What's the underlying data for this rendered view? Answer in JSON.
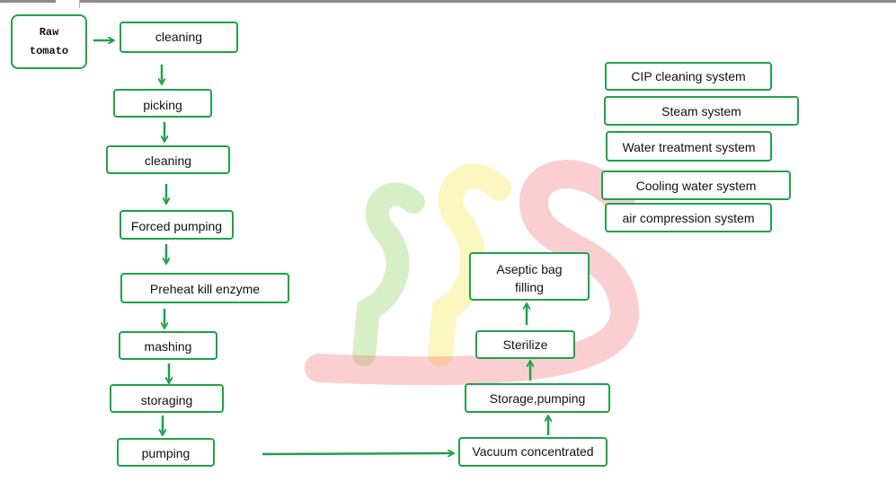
{
  "colors": {
    "box_border": "#1fa24a",
    "arrow": "#1fa24a",
    "watermark_green": "#7ac943",
    "watermark_yellow": "#f5e84a",
    "watermark_red": "#f2606a"
  },
  "nodes": {
    "raw_tomato": "Raw\ntomato",
    "cleaning_1": "cleaning",
    "picking": "picking",
    "cleaning_2": "cleaning",
    "forced_pumping": "Forced pumping",
    "preheat": "Preheat kill enzyme",
    "mashing": "mashing",
    "storaging": "storaging",
    "pumping": "pumping",
    "vacuum": "Vacuum concentrated",
    "storage_pumping": "Storage,pumping",
    "sterilize": "Sterilize",
    "aseptic": "Aseptic bag\nfilling"
  },
  "systems": {
    "cip": "CIP cleaning system",
    "steam": "Steam system",
    "water": "Water treatment system",
    "cooling": "Cooling water system",
    "air": "air compression system"
  }
}
